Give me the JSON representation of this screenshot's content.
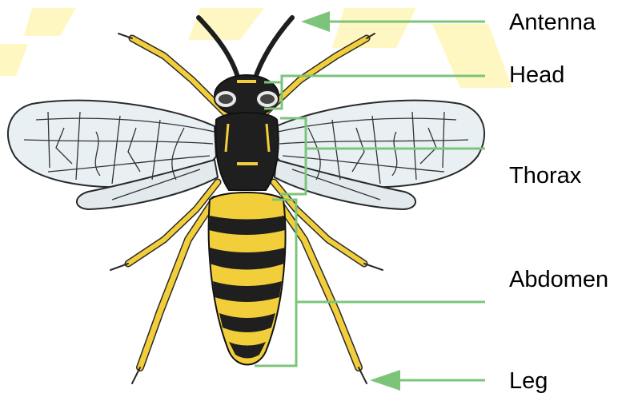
{
  "labels": {
    "antenna": "Antenna",
    "head": "Head",
    "thorax": "Thorax",
    "abdomen": "Abdomen",
    "leg": "Leg"
  },
  "colors": {
    "pointer_line": "#7dc47b",
    "pointer_arrow": "#7dc47b",
    "watermark": "#fff3a8",
    "insect_yellow": "#f2cf3a",
    "insect_black": "#1e1e1e",
    "wing_membrane": "#e8eef2",
    "wing_vein": "#2f2f2f"
  },
  "icons": {
    "insect": "wasp-illustration-icon",
    "arrow": "arrowhead-icon"
  }
}
